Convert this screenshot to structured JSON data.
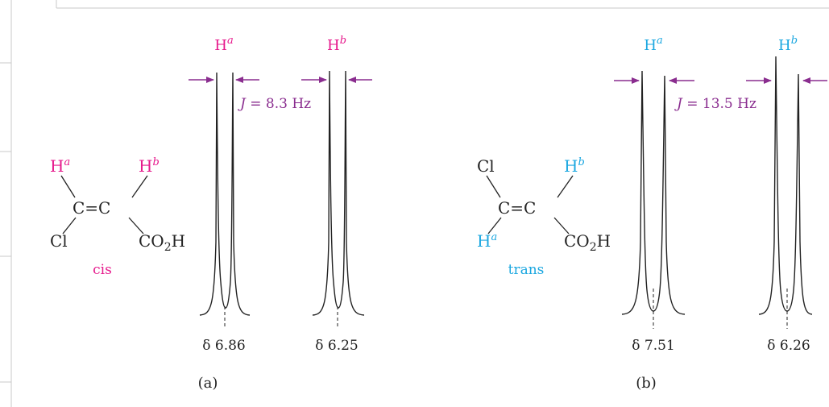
{
  "colors": {
    "magenta": "#e6198c",
    "cyan": "#1ba7e0",
    "purple": "#8a2d8f",
    "ink": "#222222",
    "frame": "#c8c8c8"
  },
  "cis_panel": {
    "label": "(a)",
    "isomer_caption": "cis",
    "molecule": {
      "h_a": "H",
      "h_a_sup": "a",
      "h_b": "H",
      "h_b_sup": "b",
      "alkene": "C=C",
      "chlorine": "Cl",
      "acid_co": "CO",
      "acid_sub": "2",
      "acid_h": "H"
    },
    "peak_a": {
      "label": "H",
      "sup": "a",
      "shift": "δ 6.86"
    },
    "peak_b": {
      "label": "H",
      "sup": "b",
      "shift": "δ 6.25"
    },
    "coupling": {
      "j": "J",
      "value": " = 8.3 Hz"
    }
  },
  "trans_panel": {
    "label": "(b)",
    "isomer_caption": "trans",
    "molecule": {
      "chlorine": "Cl",
      "h_b": "H",
      "h_b_sup": "b",
      "alkene": "C=C",
      "h_a": "H",
      "h_a_sup": "a",
      "acid_co": "CO",
      "acid_sub": "2",
      "acid_h": "H"
    },
    "peak_a": {
      "label": "H",
      "sup": "a",
      "shift": "δ 7.51"
    },
    "peak_b": {
      "label": "H",
      "sup": "b",
      "shift": "δ 6.26"
    },
    "coupling": {
      "j": "J",
      "value": " = 13.5 Hz"
    }
  }
}
